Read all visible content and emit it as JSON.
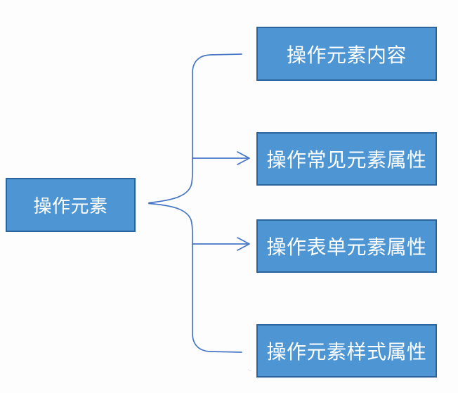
{
  "diagram": {
    "type": "tree-diagram",
    "root": {
      "label": "操作元素"
    },
    "children": [
      {
        "label": "操作元素内容"
      },
      {
        "label": "操作常见元素属性"
      },
      {
        "label": "操作表单元素属性"
      },
      {
        "label": "操作元素样式属性"
      }
    ],
    "colors": {
      "box_fill": "#4e95d3",
      "box_border": "#2e649c",
      "connector": "#4575c4",
      "text": "#ffffff",
      "background": "#fdfdfd"
    }
  }
}
